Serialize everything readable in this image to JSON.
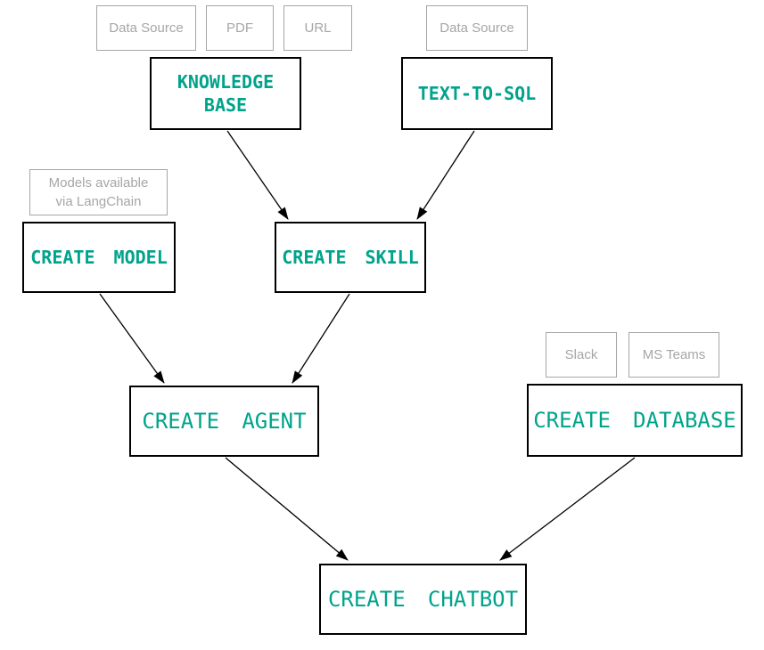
{
  "colors": {
    "accent_teal": "#00A38B",
    "muted_gray": "#A6A6A6",
    "line_black": "#000000",
    "background": "#FFFFFF"
  },
  "tags": {
    "data_source_kb": {
      "label": "Data Source"
    },
    "pdf": {
      "label": "PDF"
    },
    "url": {
      "label": "URL"
    },
    "data_source_sql": {
      "label": "Data Source"
    },
    "models_langchain": {
      "line1": "Models available",
      "line2": "via LangChain"
    },
    "slack": {
      "label": "Slack"
    },
    "ms_teams": {
      "label": "MS Teams"
    }
  },
  "nodes": {
    "knowledge_base": {
      "line1": "KNOWLEDGE",
      "line2": "BASE"
    },
    "text_to_sql": {
      "label": "TEXT-TO-SQL"
    },
    "create_model": {
      "label": "CREATE MODEL"
    },
    "create_skill": {
      "label": "CREATE SKILL"
    },
    "create_agent": {
      "label": "CREATE AGENT"
    },
    "create_database": {
      "label": "CREATE DATABASE"
    },
    "create_chatbot": {
      "label": "CREATE CHATBOT"
    }
  }
}
